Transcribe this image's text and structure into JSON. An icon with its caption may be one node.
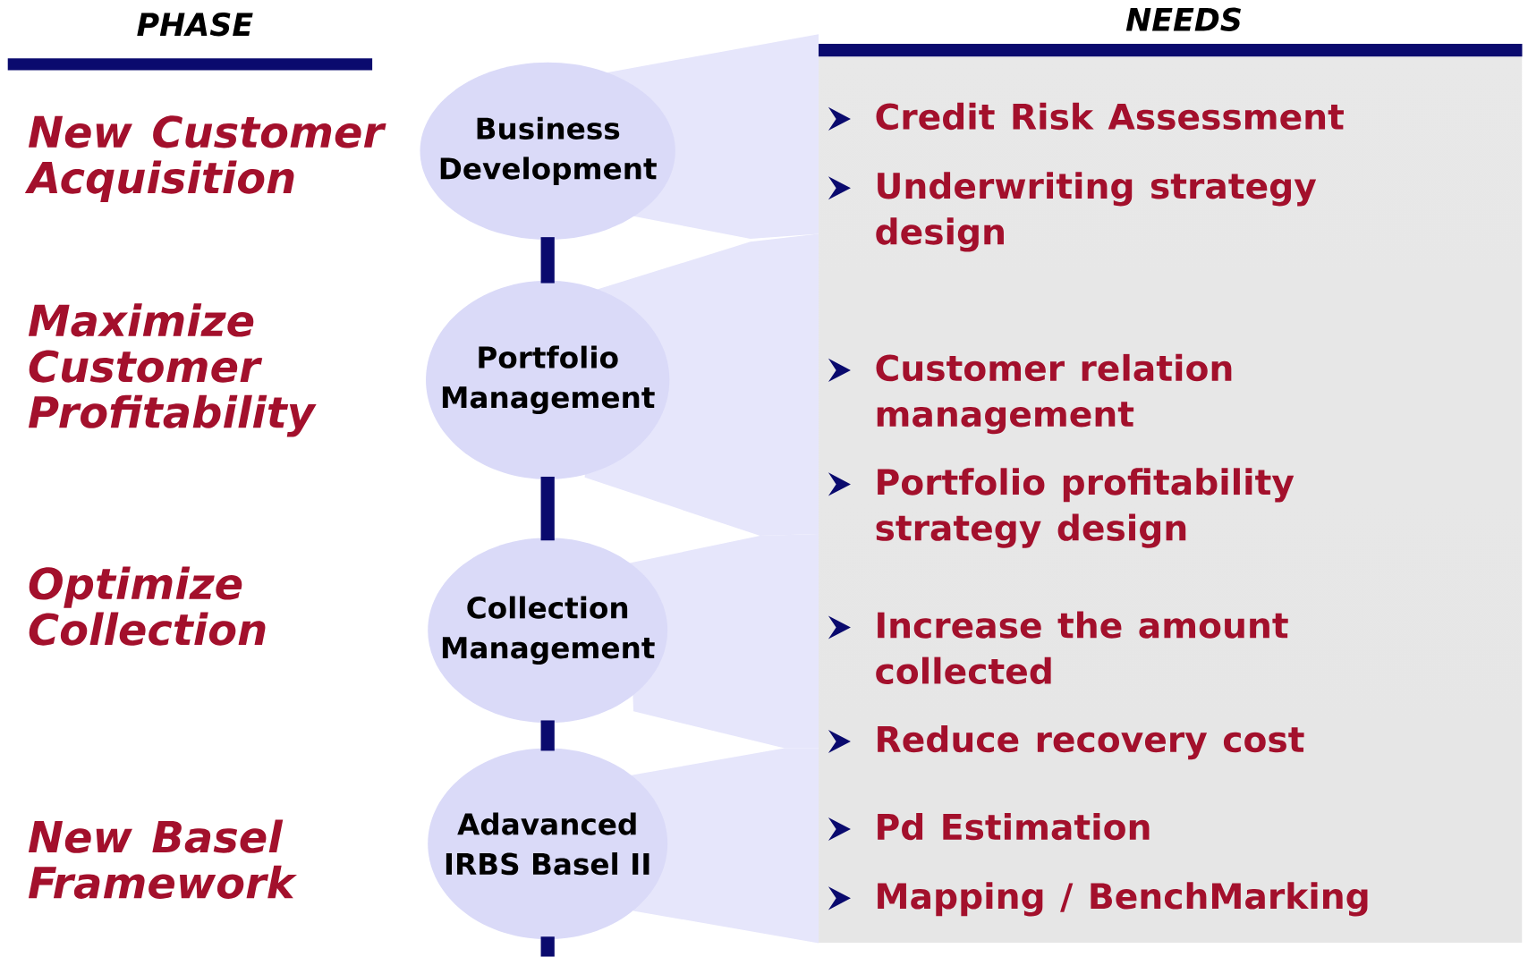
{
  "diagram": {
    "nodes": [
      {
        "text": [
          "Business Development"
        ]
      },
      {
        "text": [
          "Portfolio Management"
        ]
      },
      {
        "text": [
          "Collection Management"
        ]
      },
      {
        "text": [
          "Adavanced IRBS Basel II"
        ]
      }
    ],
    "edges": [
      {
        "from": 0,
        "to": 1,
        "arrow": "none"
      },
      {
        "from": 1,
        "to": 2,
        "arrow": "none"
      },
      {
        "from": 2,
        "to": 3,
        "arrow": "none"
      },
      {
        "from": 3,
        "to": null,
        "arrow": "none"
      }
    ],
    "labels": [
      "PHASE",
      "NEEDS",
      "New Customer Acquisition",
      "Maximize Customer Profitability",
      "Optimize Collection",
      "New Basel Framework",
      "Credit Risk Assessment",
      "Underwriting strategy design",
      "Customer relation management",
      "Portfolio profitability strategy design",
      "Increase the amount collected",
      "Reduce recovery cost",
      "Pd Estimation",
      "Mapping / BenchMarking"
    ]
  }
}
